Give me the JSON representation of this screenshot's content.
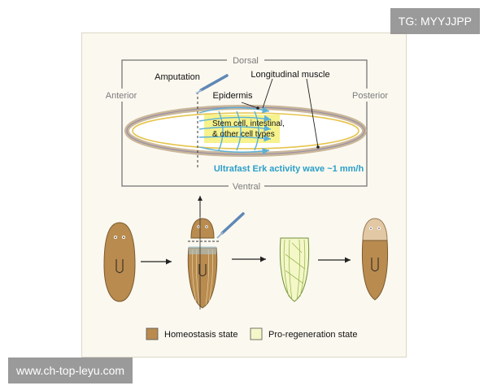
{
  "top_diagram": {
    "orientation": {
      "dorsal": "Dorsal",
      "ventral": "Ventral",
      "anterior": "Anterior",
      "posterior": "Posterior"
    },
    "labels": {
      "amputation": "Amputation",
      "epidermis": "Epidermis",
      "longitudinal_muscle": "Longitudinal muscle",
      "cells_line1": "Stem cell, intestinal,",
      "cells_line2": "& other cell types",
      "wave": "Ultrafast Erk activity wave  ~1 mm/h"
    }
  },
  "legend": {
    "homeostasis": "Homeostasis state",
    "pro_regeneration": "Pro-regeneration state"
  },
  "watermarks": {
    "top_right": "TG: MYYJJPP",
    "bottom_left": "www.ch-top-leyu.com"
  },
  "colors": {
    "homeostasis": "#b98b4f",
    "pro_regeneration": "#f4f7c8",
    "wave": "#2a9fc9",
    "panel_bg": "#fbf8ef"
  }
}
